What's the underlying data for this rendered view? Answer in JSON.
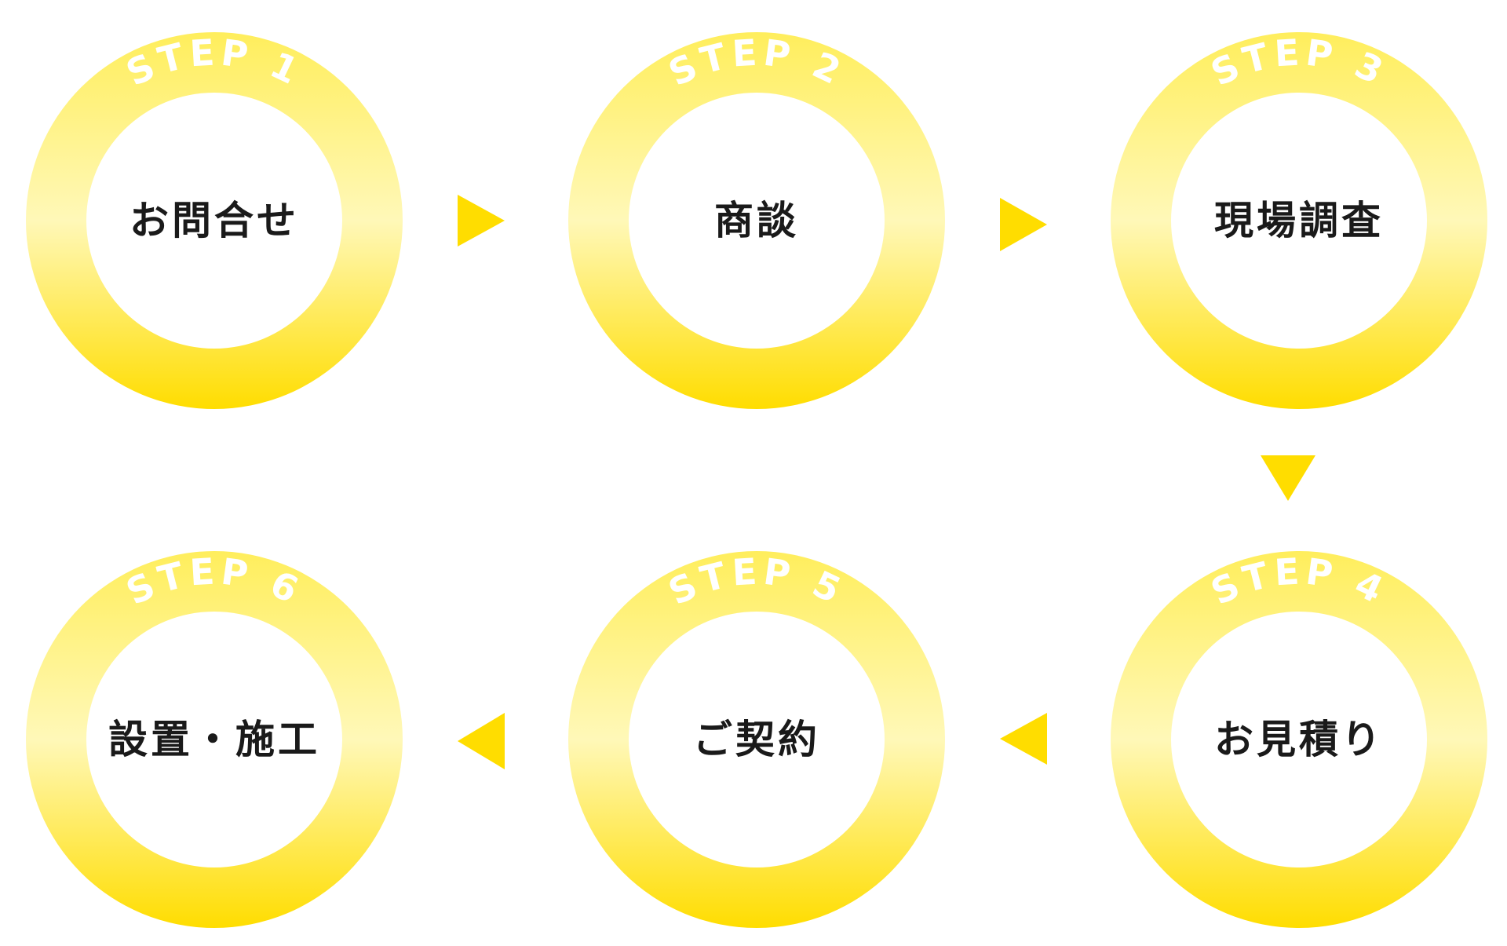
{
  "colors": {
    "ring_light": "#FFF8B8",
    "ring_mid": "#FFEE5C",
    "ring_dark": "#FFDD00",
    "arrow": "#FFDD00",
    "text": "#1a1a1a"
  },
  "steps": [
    {
      "label": "STEP 1",
      "name": "お問合せ"
    },
    {
      "label": "STEP 2",
      "name": "商談"
    },
    {
      "label": "STEP 3",
      "name": "現場調査"
    },
    {
      "label": "STEP 4",
      "name": "お見積り"
    },
    {
      "label": "STEP 5",
      "name": "ご契約"
    },
    {
      "label": "STEP 6",
      "name": "設置・施工"
    }
  ],
  "arrows": [
    {
      "from": "STEP 1",
      "to": "STEP 2",
      "direction": "right"
    },
    {
      "from": "STEP 2",
      "to": "STEP 3",
      "direction": "right"
    },
    {
      "from": "STEP 3",
      "to": "STEP 4",
      "direction": "down"
    },
    {
      "from": "STEP 4",
      "to": "STEP 5",
      "direction": "left"
    },
    {
      "from": "STEP 5",
      "to": "STEP 6",
      "direction": "left"
    }
  ]
}
